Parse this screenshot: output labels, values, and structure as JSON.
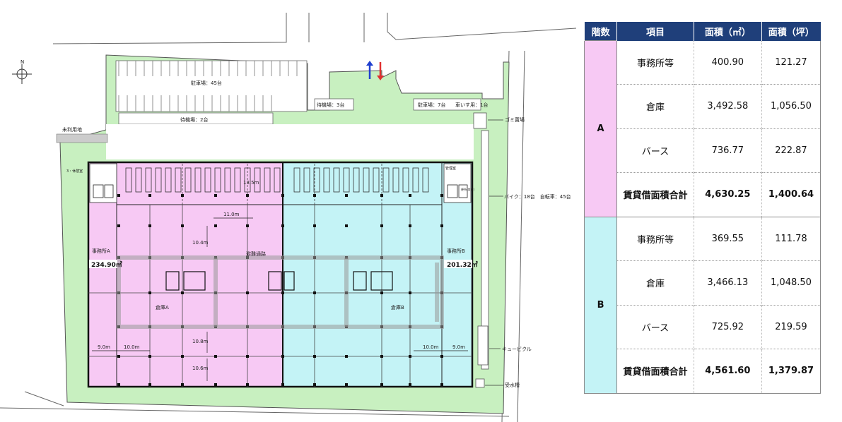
{
  "plan": {
    "labels": {
      "parking_main": "駐車場：45台",
      "waiting_3": "待機場：3台",
      "waiting_2": "待機場：2台",
      "parking_7": "駐車場：7台",
      "wheelchair": "車いす用：1台",
      "garbage": "ゴミ置場",
      "unused_land": "未利用地",
      "bike": "バイク：18台　自転車：45台",
      "cubicle": "キュービクル",
      "water_tank": "受水槽",
      "evac_route": "避難通路",
      "office_a": "事務所A",
      "office_a_area": "234.90㎡",
      "office_b": "事務所B",
      "office_b_area": "201.32㎡",
      "warehouse_a": "倉庫A",
      "warehouse_b": "倉庫B",
      "dim_13_5": "13.5m",
      "dim_11": "11.0m",
      "dim_10_4": "10.4m",
      "dim_10_8": "10.8m",
      "dim_10_6": "10.6m",
      "dim_9_l": "9.0m",
      "dim_10_l": "10.0m",
      "dim_10_r": "10.0m",
      "dim_9_r": "9.0m",
      "small_label_l": "3・休憩室",
      "small_label_r": "管理室",
      "small_label_r2": "便所(男女)"
    },
    "colors": {
      "site_green": "#c8f0c0",
      "zone_a": "#f7c9f4",
      "zone_b": "#c4f3f6",
      "arrow_in": "#1f3fcf",
      "arrow_out": "#e03030"
    }
  },
  "table": {
    "headers": [
      "階数",
      "項目",
      "面積（㎡）",
      "面積（坪）"
    ],
    "floors": [
      {
        "name": "A",
        "rows": [
          {
            "item": "事務所等",
            "sqm": "400.90",
            "tsubo": "121.27"
          },
          {
            "item": "倉庫",
            "sqm": "3,492.58",
            "tsubo": "1,056.50"
          },
          {
            "item": "バース",
            "sqm": "736.77",
            "tsubo": "222.87"
          },
          {
            "item": "賃貸借面積合計",
            "sqm": "4,630.25",
            "tsubo": "1,400.64"
          }
        ]
      },
      {
        "name": "B",
        "rows": [
          {
            "item": "事務所等",
            "sqm": "369.55",
            "tsubo": "111.78"
          },
          {
            "item": "倉庫",
            "sqm": "3,466.13",
            "tsubo": "1,048.50"
          },
          {
            "item": "バース",
            "sqm": "725.92",
            "tsubo": "219.59"
          },
          {
            "item": "賃貸借面積合計",
            "sqm": "4,561.60",
            "tsubo": "1,379.87"
          }
        ]
      }
    ]
  }
}
